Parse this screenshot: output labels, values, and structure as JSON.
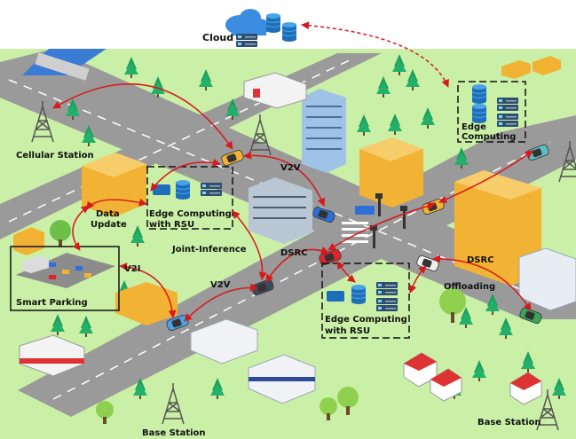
{
  "labels": {
    "cloud": "Cloud",
    "cellular_station": "Cellular Station",
    "v2v_top": "V2V",
    "edge_computing_top": "Edge",
    "edge_computing_top_2": "Computing",
    "data_update_1": "Data",
    "data_update_2": "Update",
    "edge_rsu_left_1": "Edge Computing",
    "edge_rsu_left_2": "with RSU",
    "joint_inference": "Joint-Inference",
    "dsrc_center": "DSRC",
    "dsrc_right": "DSRC",
    "v2i": "V2I",
    "v2v_bottom": "V2V",
    "smart_parking": "Smart Parking",
    "offloading": "Offloading",
    "edge_rsu_bottom_1": "Edge Computing",
    "edge_rsu_bottom_2": "with RSU",
    "base_station_left": "Base Station",
    "base_station_right": "Base Station"
  },
  "colors": {
    "grass": "#c9f0a6",
    "road": "#9a9a9a",
    "road_line": "#ffffff",
    "river": "#3a7bd5",
    "link": "#d7191c",
    "box_border": "#111111",
    "building_orange": "#f2b233",
    "building_blue": "#9ec3e6",
    "tree": "#1e9e5a",
    "car_yellow": "#f2b233",
    "car_blue": "#2e6fd8",
    "car_red": "#e0262b"
  },
  "icons": [
    "cloud-icon",
    "server-icon",
    "database-icon",
    "router-icon",
    "tower-icon",
    "car-icon",
    "tree-icon",
    "building-icon"
  ]
}
